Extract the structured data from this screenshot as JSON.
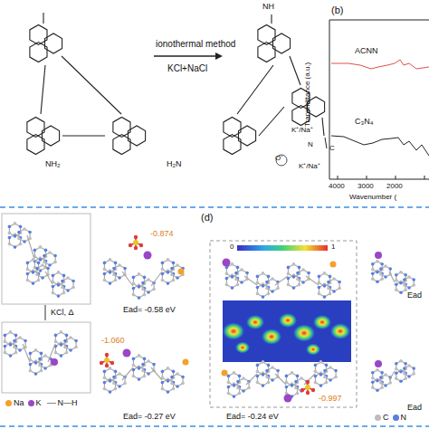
{
  "diagram": {
    "labels": [
      "ionothermal method",
      "KCl+NaCl",
      "NH",
      "NH₂",
      "H₂N",
      "K⁺/Na⁺",
      "O⁻",
      "K⁺/Na⁺",
      "N",
      "C",
      "(b)",
      "ACNN",
      "C₃N₄",
      "Transmittance (a.u.)",
      "4000",
      "3000",
      "2000",
      "Wavenumber (",
      "(d)",
      "KCl, Δ",
      "-0.874",
      "Ead= -0.58 eV",
      "-1.060",
      "Ead= -0.27 eV",
      "0",
      "1",
      "-0.997",
      "Ead= -0.24 eV",
      "Ead",
      "Ead"
    ],
    "legend": [
      {
        "text": "Na",
        "color": "#f2a22c"
      },
      {
        "text": "K",
        "color": "#9a46c6"
      },
      {
        "text": "N—H"
      },
      {
        "text": "C",
        "color": "#bdbdbd"
      },
      {
        "text": "N",
        "color": "#5a7ee0"
      }
    ]
  }
}
